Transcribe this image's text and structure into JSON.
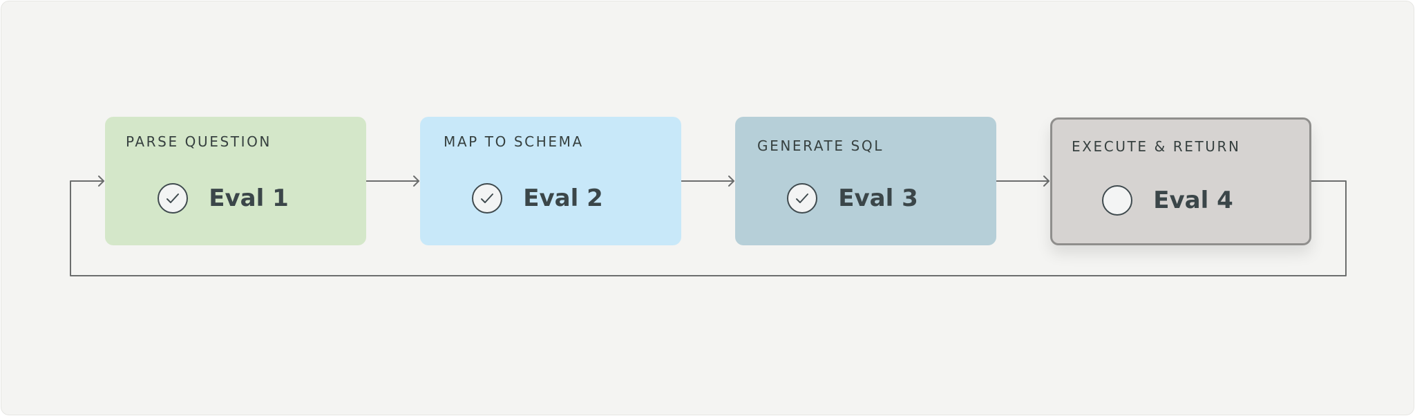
{
  "colors": {
    "background": "#f4f4f2",
    "connector": "#6b6d6d",
    "step_1": "#d4e7c9",
    "step_2": "#c8e8f9",
    "step_3": "#b6cfd8",
    "step_4": "#d6d3d1",
    "active_border": "#8f8e8c",
    "text": "#3a4448"
  },
  "steps": [
    {
      "title": "PARSE QUESTION",
      "label": "Eval 1",
      "status": "done",
      "icon": "check-circle-icon"
    },
    {
      "title": "MAP TO SCHEMA",
      "label": "Eval 2",
      "status": "done",
      "icon": "check-circle-icon"
    },
    {
      "title": "GENERATE SQL",
      "label": "Eval 3",
      "status": "done",
      "icon": "check-circle-icon"
    },
    {
      "title": "EXECUTE & RETURN",
      "label": "Eval 4",
      "status": "current",
      "icon": "empty-circle-icon"
    }
  ]
}
